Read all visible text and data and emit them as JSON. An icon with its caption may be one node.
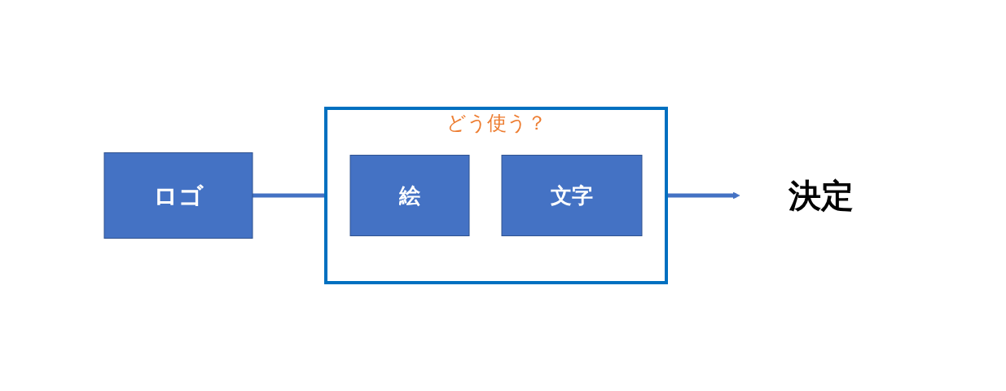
{
  "diagram": {
    "nodes": [
      {
        "text": [
          "ロゴ"
        ]
      },
      {
        "text": [
          "どう使う？"
        ]
      },
      {
        "text": [
          "絵"
        ],
        "in": 1
      },
      {
        "text": [
          "文字"
        ],
        "in": 1
      },
      {
        "text": [
          "決定"
        ]
      }
    ],
    "edges": [
      {
        "from": 0,
        "to": 1,
        "arrow": "none"
      },
      {
        "from": 1,
        "to": 4,
        "arrow": "to"
      }
    ]
  }
}
